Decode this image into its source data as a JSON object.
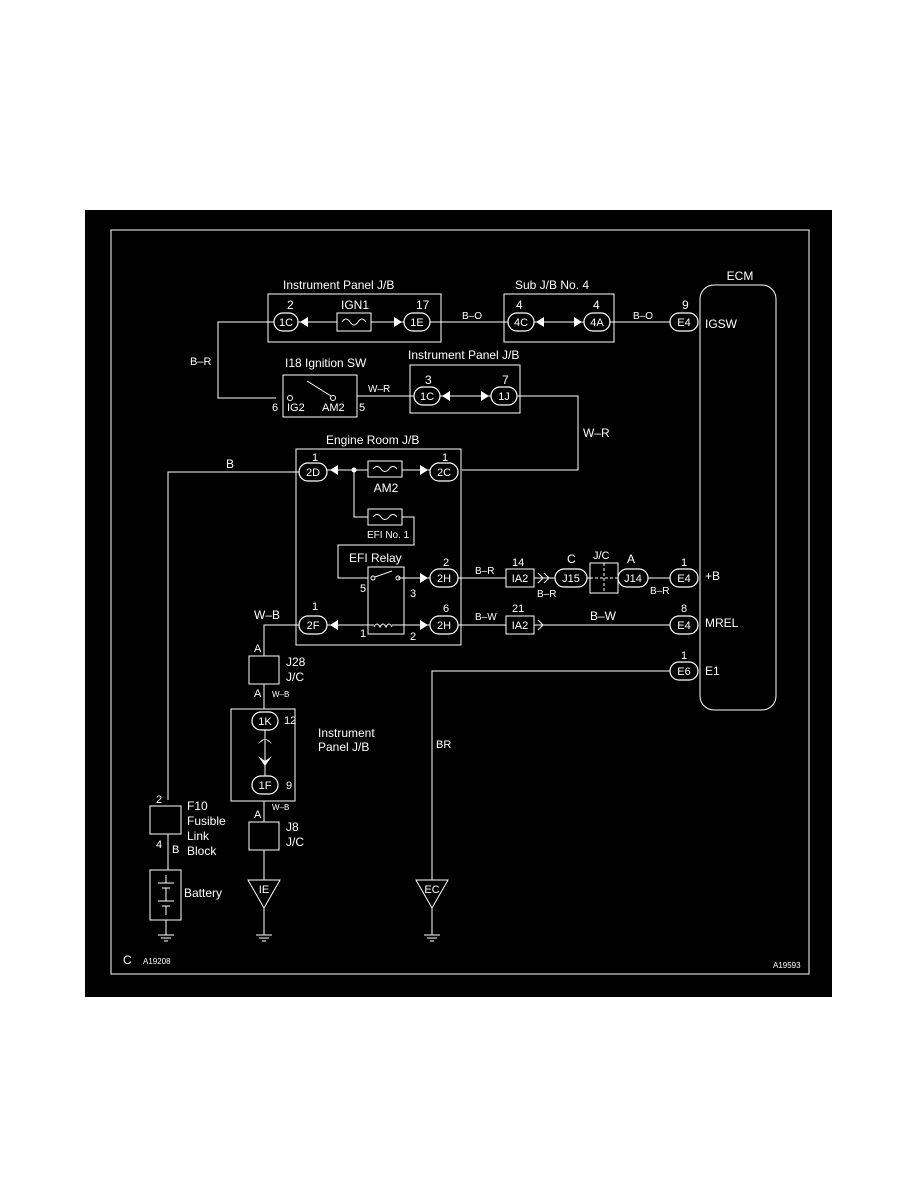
{
  "diagram": {
    "corner_code": "C",
    "left_ref": "A19208",
    "right_ref": "A19593",
    "ecm": {
      "title": "ECM",
      "pins": {
        "igsw": "IGSW",
        "plus_b": "+B",
        "mrel": "MREL",
        "e1": "E1"
      }
    },
    "ip_jb_top": {
      "title": "Instrument Panel J/B",
      "pin_left_num": "2",
      "pin_left": "1C",
      "fuse": "IGN1",
      "pin_right_num": "17",
      "pin_right": "1E"
    },
    "sub_jb4": {
      "title": "Sub J/B No. 4",
      "pin_left_num": "4",
      "pin_left": "4C",
      "pin_right_num": "4",
      "pin_right": "4A"
    },
    "ecm_e4_igsw": {
      "num": "9",
      "conn": "E4"
    },
    "wires": {
      "b_o_1": "B–O",
      "b_o_2": "B–O",
      "b_r_left": "B–R",
      "w_r_1": "W–R",
      "w_r_2": "W–R",
      "b_main": "B",
      "b_r_1": "B–R",
      "b_r_2": "B–R",
      "b_r_3": "B–R",
      "b_w_1": "B–W",
      "b_w_2": "B–W",
      "w_b_1": "W–B",
      "w_b_2": "W–B",
      "w_b_3": "W–B",
      "b_fl": "B",
      "br": "BR"
    },
    "ignition_sw": {
      "title": "I18 Ignition SW",
      "ig2": "IG2",
      "am2": "AM2",
      "pin_left": "6",
      "pin_right": "5"
    },
    "ip_jb_mid": {
      "title": "Instrument Panel J/B",
      "pin_left_num": "3",
      "pin_left": "1C",
      "pin_right_num": "7",
      "pin_right": "1J"
    },
    "engine_room_jb": {
      "title": "Engine Room J/B",
      "pin_2d_num": "1",
      "pin_2d": "2D",
      "fuse_am2": "AM2",
      "pin_2c_num": "1",
      "pin_2c": "2C",
      "fuse_efi": "EFI No. 1",
      "relay": "EFI Relay",
      "relay_5": "5",
      "relay_3": "3",
      "relay_1": "1",
      "relay_2": "2",
      "pin_2h_top_num": "2",
      "pin_2h_top": "2H",
      "pin_2h_bot_num": "6",
      "pin_2h_bot": "2H",
      "pin_2f_num": "1",
      "pin_2f": "2F"
    },
    "plus_b_path": {
      "ia2_num": "14",
      "ia2": "IA2",
      "j15_letter": "C",
      "j15": "J15",
      "jc": "J/C",
      "j14_letter": "A",
      "j14": "J14",
      "e4_num": "1",
      "e4": "E4"
    },
    "mrel_path": {
      "ia2_num": "21",
      "ia2": "IA2",
      "e4_num": "8",
      "e4": "E4"
    },
    "e1_path": {
      "e6_num": "1",
      "e6": "E6"
    },
    "j28": {
      "letter_top": "A",
      "name": "J28",
      "sub": "J/C",
      "letter_bot": "A"
    },
    "ip_jb_low": {
      "pin_top": "1K",
      "pin_top_num": "12",
      "label_1": "Instrument",
      "label_2": "Panel J/B",
      "pin_bot": "1F",
      "pin_bot_num": "9"
    },
    "j8": {
      "letter": "A",
      "name": "J8",
      "sub": "J/C"
    },
    "fusible_link": {
      "pin_top": "2",
      "pin_bot": "4",
      "name": "F10",
      "line2": "Fusible",
      "line3": "Link",
      "line4": "Block"
    },
    "battery": {
      "label": "Battery"
    },
    "grounds": {
      "ie": "IE",
      "ec": "EC"
    }
  }
}
